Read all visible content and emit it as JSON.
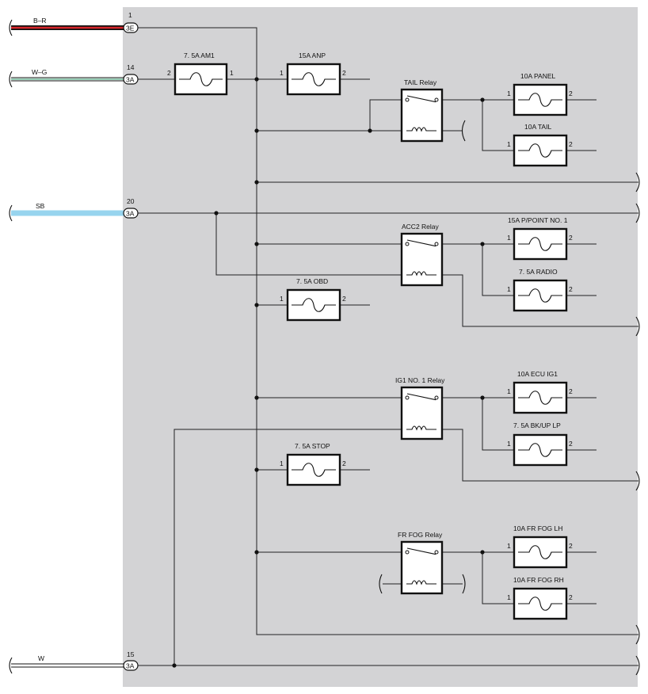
{
  "colors": {
    "panel_bg": "#d3d3d5",
    "wire_br_red": "#d7262b",
    "wire_wg_green": "#2f9e6e",
    "wire_sb_blue": "#97d4ee",
    "wire_black": "#222222"
  },
  "harness_wires": [
    {
      "label": "B–R",
      "pin": "1",
      "connector": "3E"
    },
    {
      "label": "W–G",
      "pin": "14",
      "connector": "3A"
    },
    {
      "label": "SB",
      "pin": "20",
      "connector": "3A"
    },
    {
      "label": "W",
      "pin": "15",
      "connector": "3A"
    }
  ],
  "fuses": [
    {
      "label": "7. 5A AM1",
      "pin_left": "2",
      "pin_right": "1"
    },
    {
      "label": "15A ANP",
      "pin_left": "1",
      "pin_right": "2"
    },
    {
      "label": "10A PANEL",
      "pin_left": "1",
      "pin_right": "2"
    },
    {
      "label": "10A TAIL",
      "pin_left": "1",
      "pin_right": "2"
    },
    {
      "label": "15A P/POINT NO. 1",
      "pin_left": "1",
      "pin_right": "2"
    },
    {
      "label": "7. 5A RADIO",
      "pin_left": "1",
      "pin_right": "2"
    },
    {
      "label": "7. 5A OBD",
      "pin_left": "1",
      "pin_right": "2"
    },
    {
      "label": "10A ECU IG1",
      "pin_left": "1",
      "pin_right": "2"
    },
    {
      "label": "7. 5A BK/UP LP",
      "pin_left": "1",
      "pin_right": "2"
    },
    {
      "label": "7. 5A STOP",
      "pin_left": "1",
      "pin_right": "2"
    },
    {
      "label": "10A FR FOG LH",
      "pin_left": "1",
      "pin_right": "2"
    },
    {
      "label": "10A FR FOG RH",
      "pin_left": "1",
      "pin_right": "2"
    }
  ],
  "relays": [
    {
      "label": "TAIL Relay"
    },
    {
      "label": "ACC2 Relay"
    },
    {
      "label": "IG1 NO. 1 Relay"
    },
    {
      "label": "FR FOG Relay"
    }
  ]
}
